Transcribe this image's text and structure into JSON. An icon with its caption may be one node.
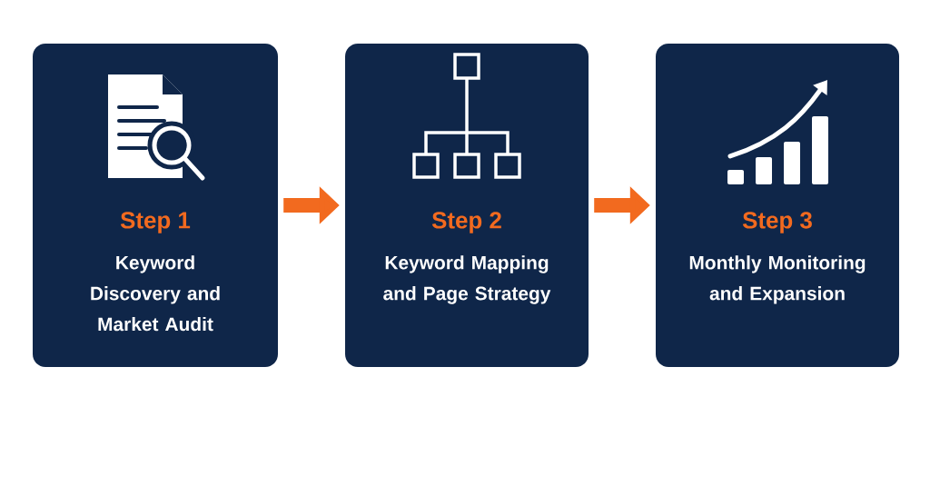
{
  "diagram": {
    "nodes": [
      {
        "text": [
          "Step 1",
          "Keyword Discovery and Market Audit"
        ]
      },
      {
        "text": [
          "Step 2",
          "Keyword Mapping and Page Strategy"
        ]
      },
      {
        "text": [
          "Step 3",
          "Monthly Monitoring and Expansion"
        ]
      }
    ],
    "edges": [
      {
        "from": 0,
        "to": 1,
        "arrow": "to"
      },
      {
        "from": 1,
        "to": 2,
        "arrow": "to"
      }
    ]
  }
}
